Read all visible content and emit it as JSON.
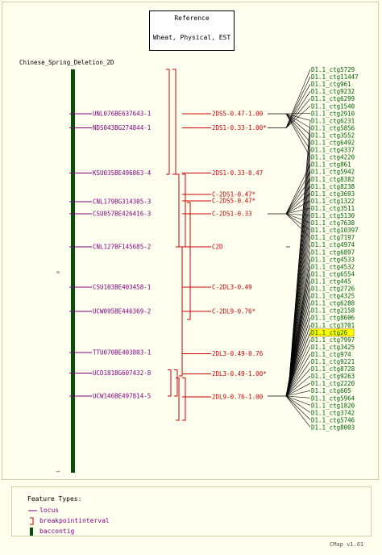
{
  "reference": {
    "line1": "Reference",
    "line2": "Wheat, Physical, EST"
  },
  "map_title": "Chinese_Spring_Deletion_2D",
  "axis": {
    "top_label": "0",
    "bottom_label": "1"
  },
  "loci": [
    {
      "name": "UNL076BE637643-1",
      "pos": 0.11
    },
    {
      "name": "NDS043BG274844-1",
      "pos": 0.145
    },
    {
      "name": "KSU035BE496863-4",
      "pos": 0.257
    },
    {
      "name": "CNL179BG314305-3",
      "pos": 0.328
    },
    {
      "name": "CSU057BE426416-3",
      "pos": 0.358
    },
    {
      "name": "CNL127BF145685-2",
      "pos": 0.44
    },
    {
      "name": "CSU103BE403458-1",
      "pos": 0.54
    },
    {
      "name": "UCW095BE446369-2",
      "pos": 0.6
    },
    {
      "name": "TTU070BE403803-1",
      "pos": 0.702
    },
    {
      "name": "UCD181BG607432-8",
      "pos": 0.753
    },
    {
      "name": "UCW146BE497814-5",
      "pos": 0.81
    }
  ],
  "intervals": [
    {
      "name": "2DS5-0.47-1.00",
      "pos": 0.11,
      "star": false
    },
    {
      "name": "2DS1-0.33-1.00",
      "pos": 0.145,
      "star": true
    },
    {
      "name": "2DS1-0.33-0.47",
      "pos": 0.257,
      "star": false
    },
    {
      "name": "C-2DS1-0.47",
      "pos": 0.31,
      "star": true
    },
    {
      "name": "C-2DS5-0.47",
      "pos": 0.326,
      "star": true
    },
    {
      "name": "C-2DS1-0.33",
      "pos": 0.358,
      "star": false
    },
    {
      "name": "C2D",
      "pos": 0.44,
      "star": false
    },
    {
      "name": "C-2DL3-0.49",
      "pos": 0.54,
      "star": false
    },
    {
      "name": "C-2DL9-0.76",
      "pos": 0.6,
      "star": true
    },
    {
      "name": "2DL3-0.49-0.76",
      "pos": 0.705,
      "star": false
    },
    {
      "name": "2DL3-0.49-1.00",
      "pos": 0.755,
      "star": true
    },
    {
      "name": "2DL9-0.76-1.00",
      "pos": 0.812,
      "star": false
    }
  ],
  "contigs": [
    "D1.1_ctg5729",
    "D1.1_ctg11447",
    "D1.1_ctg961",
    "D1.1_ctg9232",
    "D1.1_ctg6299",
    "D1.1_ctg1540",
    "D1.1_ctg2910",
    "D1.1_ctg6231",
    "D1.1_ctg5856",
    "D1.1_ctg3552",
    "D1.1_ctg6492",
    "D1.1_ctg4337",
    "D1.1_ctg4220",
    "D1.1_ctg861",
    "D1.1_ctg5942",
    "D1.1_ctg8382",
    "D1.1_ctg8238",
    "D1.1_ctg3693",
    "D1.1_ctg1322",
    "D1.1_ctg3511",
    "D1.1_ctg5130",
    "D1.1_ctg7638",
    "D1.1_ctg10397",
    "D1.1_ctg7197",
    "D1.1_ctg4974",
    "D1.1_ctg6897",
    "D1.1_ctg4533",
    "D1.1_ctg4532",
    "D1.1_ctg6554",
    "D1.1_ctg445",
    "D1.1_ctg2726",
    "D1.1_ctg4325",
    "D1.1_ctg6288",
    "D1.1_ctg2158",
    "D1.1_ctg8606",
    "D1.1_ctg3701",
    "D1.1_ctg26",
    "D1.1_ctg7997",
    "D1.1_ctg3425",
    "D1.1_ctg974",
    "D1.1_ctg9221",
    "D1.1_ctg8728",
    "D1.1_ctg9263",
    "D1.1_ctg2220",
    "D1.1_ctg605",
    "D1.1_ctg5964",
    "D1.1_ctg1820",
    "D1.1_ctg3742",
    "D1.1_ctg5746",
    "D1.1_ctg8003"
  ],
  "highlighted_contig": "D1.1_ctg26",
  "legend": {
    "title": "Feature Types:",
    "items": [
      {
        "label": "locus",
        "symbol": "line",
        "color": "#800080"
      },
      {
        "label": "breakpointinterval",
        "symbol": "bracket",
        "color": "#cc0000"
      },
      {
        "label": "baccontig",
        "symbol": "bar",
        "color": "#0b4d0b"
      }
    ]
  },
  "version": "CMap v1.01",
  "colors": {
    "locus": "#800080",
    "interval": "#cc0000",
    "contig": "#006400",
    "bar": "#0b4d0b",
    "highlight": "#ffff00"
  }
}
